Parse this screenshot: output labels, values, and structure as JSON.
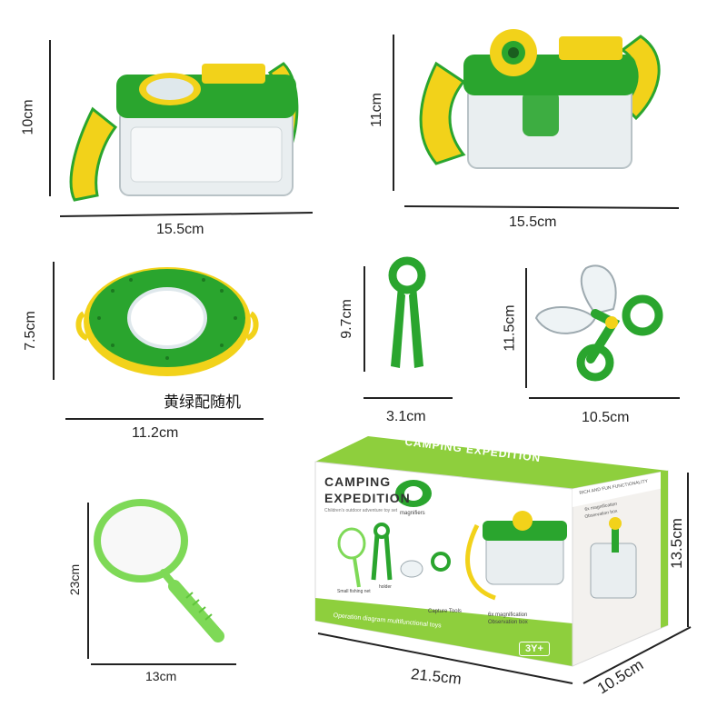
{
  "dimensions": {
    "box1_height": "10cm",
    "box1_width": "15.5cm",
    "box2_height": "11cm",
    "box2_width": "15.5cm",
    "magnifier_height": "7.5cm",
    "magnifier_width": "11.2cm",
    "tweezers_height": "9.7cm",
    "tweezers_width": "3.1cm",
    "scissors_height": "11.5cm",
    "scissors_width": "10.5cm",
    "net_height": "23cm",
    "net_width": "13cm",
    "package_height": "13.5cm",
    "package_width": "21.5cm",
    "package_depth": "10.5cm"
  },
  "notes": {
    "color_note": "黄绿配随机"
  },
  "package": {
    "brand_line1": "CAMPING",
    "brand_line2": "EXPEDITION",
    "subtitle": "Children's outdoor adventure toy set",
    "top_text": "CAMPING EXPEDITION",
    "label_magnifiers": "magnifiers",
    "label_net": "Small fishing net",
    "label_holder": "holder",
    "label_capture": "Capture Tools",
    "label_box_line1": "6x magnification",
    "label_box_line2": "Observation box",
    "bottom_banner": "Operation diagram multifunctional toys",
    "age_badge": "3Y+",
    "side_header": "RICH AND FUN FUNCTIONALITY",
    "side_label_line1": "6x magnification",
    "side_label_line2": "Observation box"
  },
  "colors": {
    "green": "#2aa52e",
    "yellow": "#f2d21a",
    "light_green": "#7ed957"
  }
}
